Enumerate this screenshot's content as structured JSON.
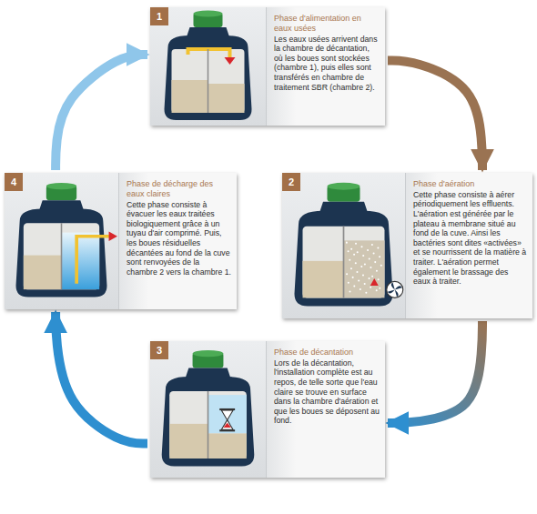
{
  "diagram": {
    "nodes": [
      {
        "text": [
          "1",
          "Phase d'alimentation en eaux usées",
          "Les eaux usées arrivent dans la chambre de décantation, où les boues sont stockées (chambre 1), puis elles sont transférés en chambre de traitement SBR (chambre 2)."
        ]
      },
      {
        "text": [
          "2",
          "Phase d'aération",
          "Cette phase consiste à aérer périodiquement les effluents. L'aération est générée par le plateau à membrane situé au fond de la cuve. Ainsi les bactéries sont dites «activées» et se nourrissent de la matière à traiter. L'aération permet également le brassage des eaux à traiter."
        ]
      },
      {
        "text": [
          "3",
          "Phase de décantation",
          "Lors de la décantation, l'installation complète est au repos, de telle sorte que l'eau claire se trouve en surface dans la chambre d'aération et que les boues se déposent au fond."
        ]
      },
      {
        "text": [
          "4",
          "Phase de décharge des eaux claires",
          "Cette phase consiste à évacuer les eaux traitées biologiquement grâce à un tuyau d'air comprimé. Puis, les boues résiduelles décantées au fond de la cuve sont renvoyées de la chambre 2 vers la chambre 1."
        ]
      }
    ],
    "edges": [
      {
        "from": 0,
        "to": 1,
        "arrow": "to"
      },
      {
        "from": 1,
        "to": 2,
        "arrow": "to"
      },
      {
        "from": 2,
        "to": 3,
        "arrow": "to"
      },
      {
        "from": 3,
        "to": 0,
        "arrow": "to"
      }
    ]
  }
}
